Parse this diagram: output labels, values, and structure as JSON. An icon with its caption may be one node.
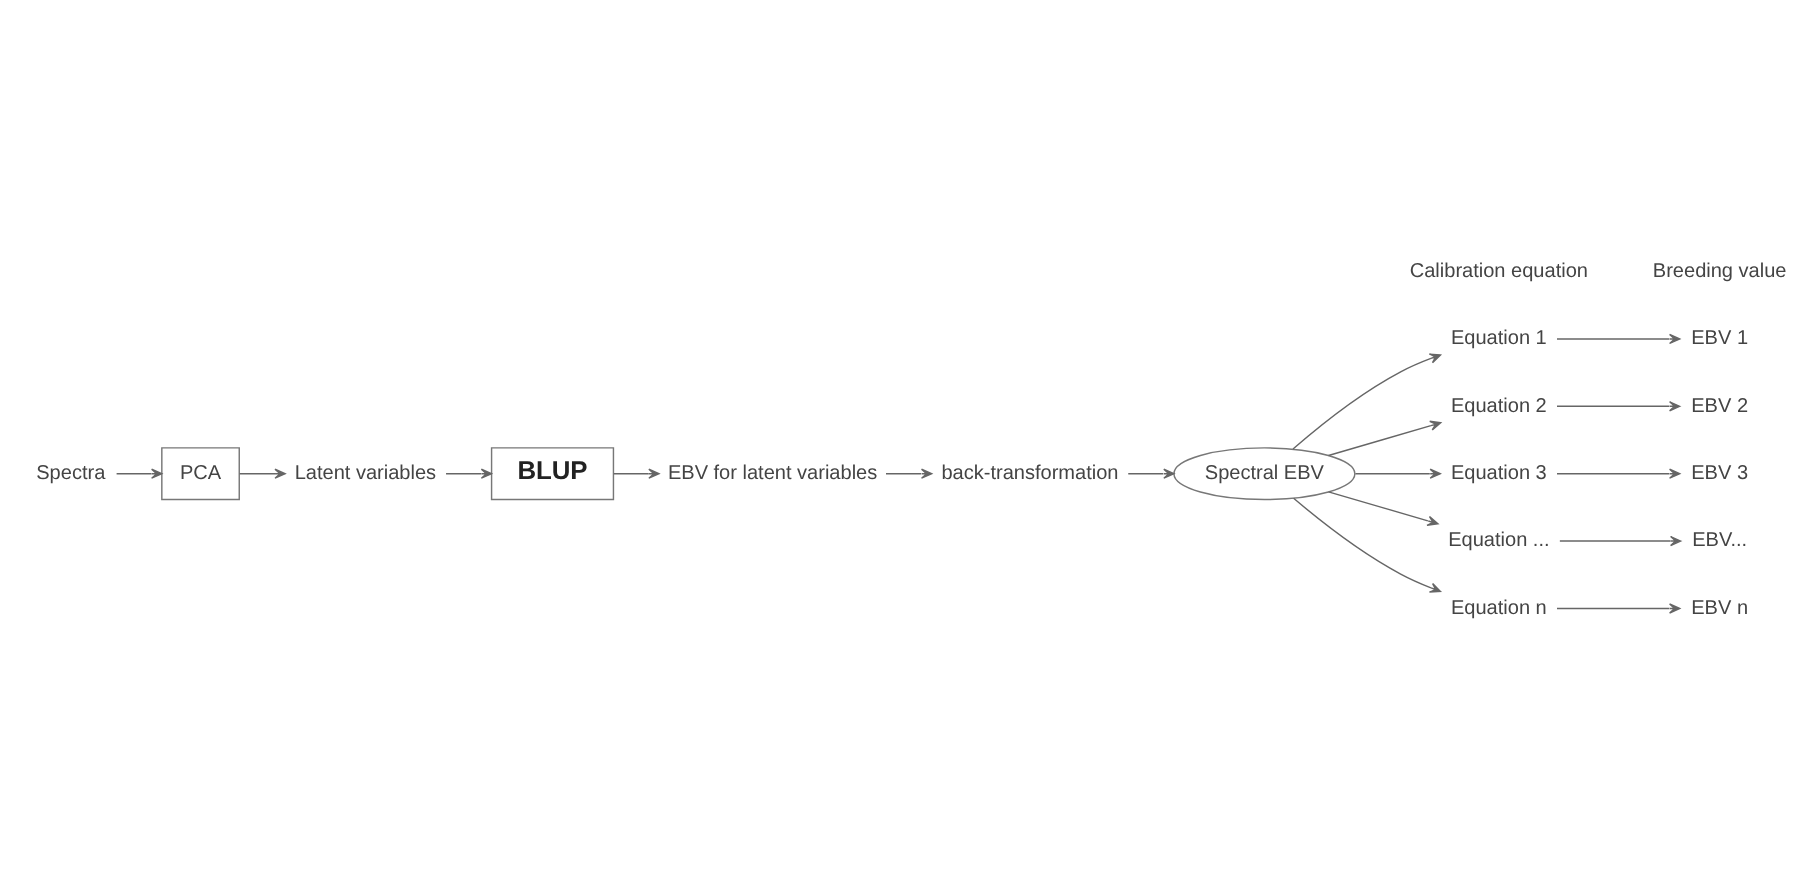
{
  "diagram": {
    "nodes": [
      {
        "text": [
          "Spectra"
        ]
      },
      {
        "text": [
          "PCA"
        ]
      },
      {
        "text": [
          "Latent variables"
        ]
      },
      {
        "text": [
          "BLUP"
        ]
      },
      {
        "text": [
          "EBV for latent variables"
        ]
      },
      {
        "text": [
          "back-transformation"
        ]
      },
      {
        "text": [
          "Spectral EBV"
        ]
      },
      {
        "text": [
          "Equation 1"
        ]
      },
      {
        "text": [
          "Equation 2"
        ]
      },
      {
        "text": [
          "Equation 3"
        ]
      },
      {
        "text": [
          "Equation ..."
        ]
      },
      {
        "text": [
          "Equation n"
        ]
      },
      {
        "text": [
          "EBV 1"
        ]
      },
      {
        "text": [
          "EBV 2"
        ]
      },
      {
        "text": [
          "EBV 3"
        ]
      },
      {
        "text": [
          "EBV..."
        ]
      },
      {
        "text": [
          "EBV n"
        ]
      }
    ],
    "edges": [
      {
        "from": 0,
        "to": 1,
        "arrow": "to"
      },
      {
        "from": 1,
        "to": 2,
        "arrow": "to"
      },
      {
        "from": 2,
        "to": 3,
        "arrow": "to"
      },
      {
        "from": 3,
        "to": 4,
        "arrow": "to"
      },
      {
        "from": 4,
        "to": 5,
        "arrow": "to"
      },
      {
        "from": 5,
        "to": 6,
        "arrow": "to"
      },
      {
        "from": 6,
        "to": 7,
        "arrow": "to"
      },
      {
        "from": 6,
        "to": 8,
        "arrow": "to"
      },
      {
        "from": 6,
        "to": 9,
        "arrow": "to"
      },
      {
        "from": 6,
        "to": 10,
        "arrow": "to"
      },
      {
        "from": 6,
        "to": 11,
        "arrow": "to"
      },
      {
        "from": 7,
        "to": 12,
        "arrow": "to"
      },
      {
        "from": 8,
        "to": 13,
        "arrow": "to"
      },
      {
        "from": 9,
        "to": 14,
        "arrow": "to"
      },
      {
        "from": 10,
        "to": 15,
        "arrow": "to"
      },
      {
        "from": 11,
        "to": 16,
        "arrow": "to"
      }
    ],
    "labels": [
      "Calibration equation",
      "Breeding value"
    ]
  }
}
